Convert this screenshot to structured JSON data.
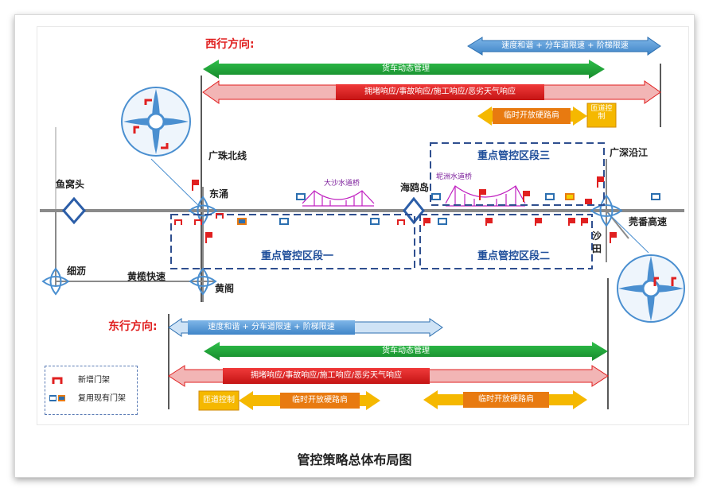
{
  "caption": "管控策略总体布局图",
  "west": {
    "title": "西行方向:",
    "bars": {
      "speed": "速度和谐 + 分车道限速 + 阶梯限速",
      "freight": "货车动态管理",
      "incident": "拥堵响应/事故响应/施工响应/恶劣天气响应",
      "shoulder": "临时开放硬路肩",
      "lane": "匝道控制"
    }
  },
  "east": {
    "title": "东行方向:",
    "bars": {
      "speed": "速度和谐 + 分车道限速 + 阶梯限速",
      "freight": "货车动态管理",
      "incident": "拥堵响应/事故响应/施工响应/恶劣天气响应",
      "lane": "匝道控制",
      "shoulder1": "临时开放硬路肩",
      "shoulder2": "临时开放硬路肩"
    }
  },
  "places": {
    "yuwotou": "鱼窝头",
    "xili": "细沥",
    "huangguan": "黄榄快速",
    "dongyong": "东涌",
    "huangge": "黄阁",
    "guangzhu": "广珠北线",
    "haiou": "海鸥岛",
    "guangshen": "广深沿江",
    "shatian": "沙\n田",
    "guanfan": "莞番高速"
  },
  "bridges": {
    "dasha": "大沙水道桥",
    "nizhou": "坭洲水道桥"
  },
  "segments": {
    "one": "重点管控区段一",
    "two": "重点管控区段二",
    "three": "重点管控区段三"
  },
  "legend": {
    "new_gantry": "新增门架",
    "reuse_gantry": "复用现有门架"
  },
  "colors": {
    "blue": "#5b9bd5",
    "green": "#22a33a",
    "red": "#e02020",
    "yellow": "#f5b800",
    "orange": "#e87a10"
  }
}
